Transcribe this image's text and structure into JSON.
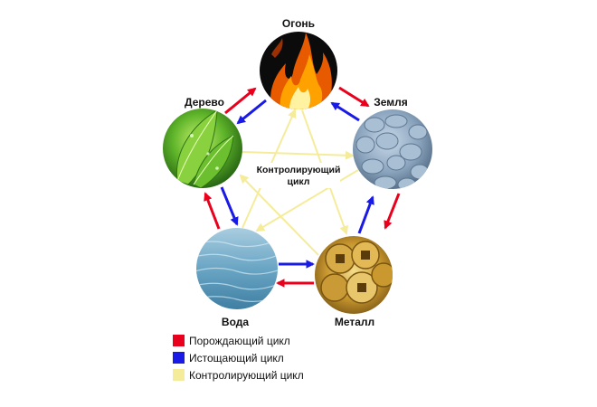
{
  "elements": {
    "fire": {
      "label": "Огонь",
      "icon": "fire-flame-image"
    },
    "earth": {
      "label": "Земля",
      "icon": "pebbles-image"
    },
    "metal": {
      "label": "Металл",
      "icon": "gold-coins-image"
    },
    "water": {
      "label": "Вода",
      "icon": "water-surface-image"
    },
    "wood": {
      "label": "Дерево",
      "icon": "green-leaf-image"
    }
  },
  "center": {
    "line1": "Контролирующий",
    "line2": "цикл"
  },
  "legend": [
    {
      "label": "Порождающий цикл",
      "color": "#e8001c"
    },
    {
      "label": "Истощающий цикл",
      "color": "#1a1ae6"
    },
    {
      "label": "Контролирующий цикл",
      "color": "#f5ec9b"
    }
  ],
  "colors": {
    "generating": "#e8001c",
    "exhausting": "#1a1ae6",
    "controlling": "#f5ec9b"
  }
}
